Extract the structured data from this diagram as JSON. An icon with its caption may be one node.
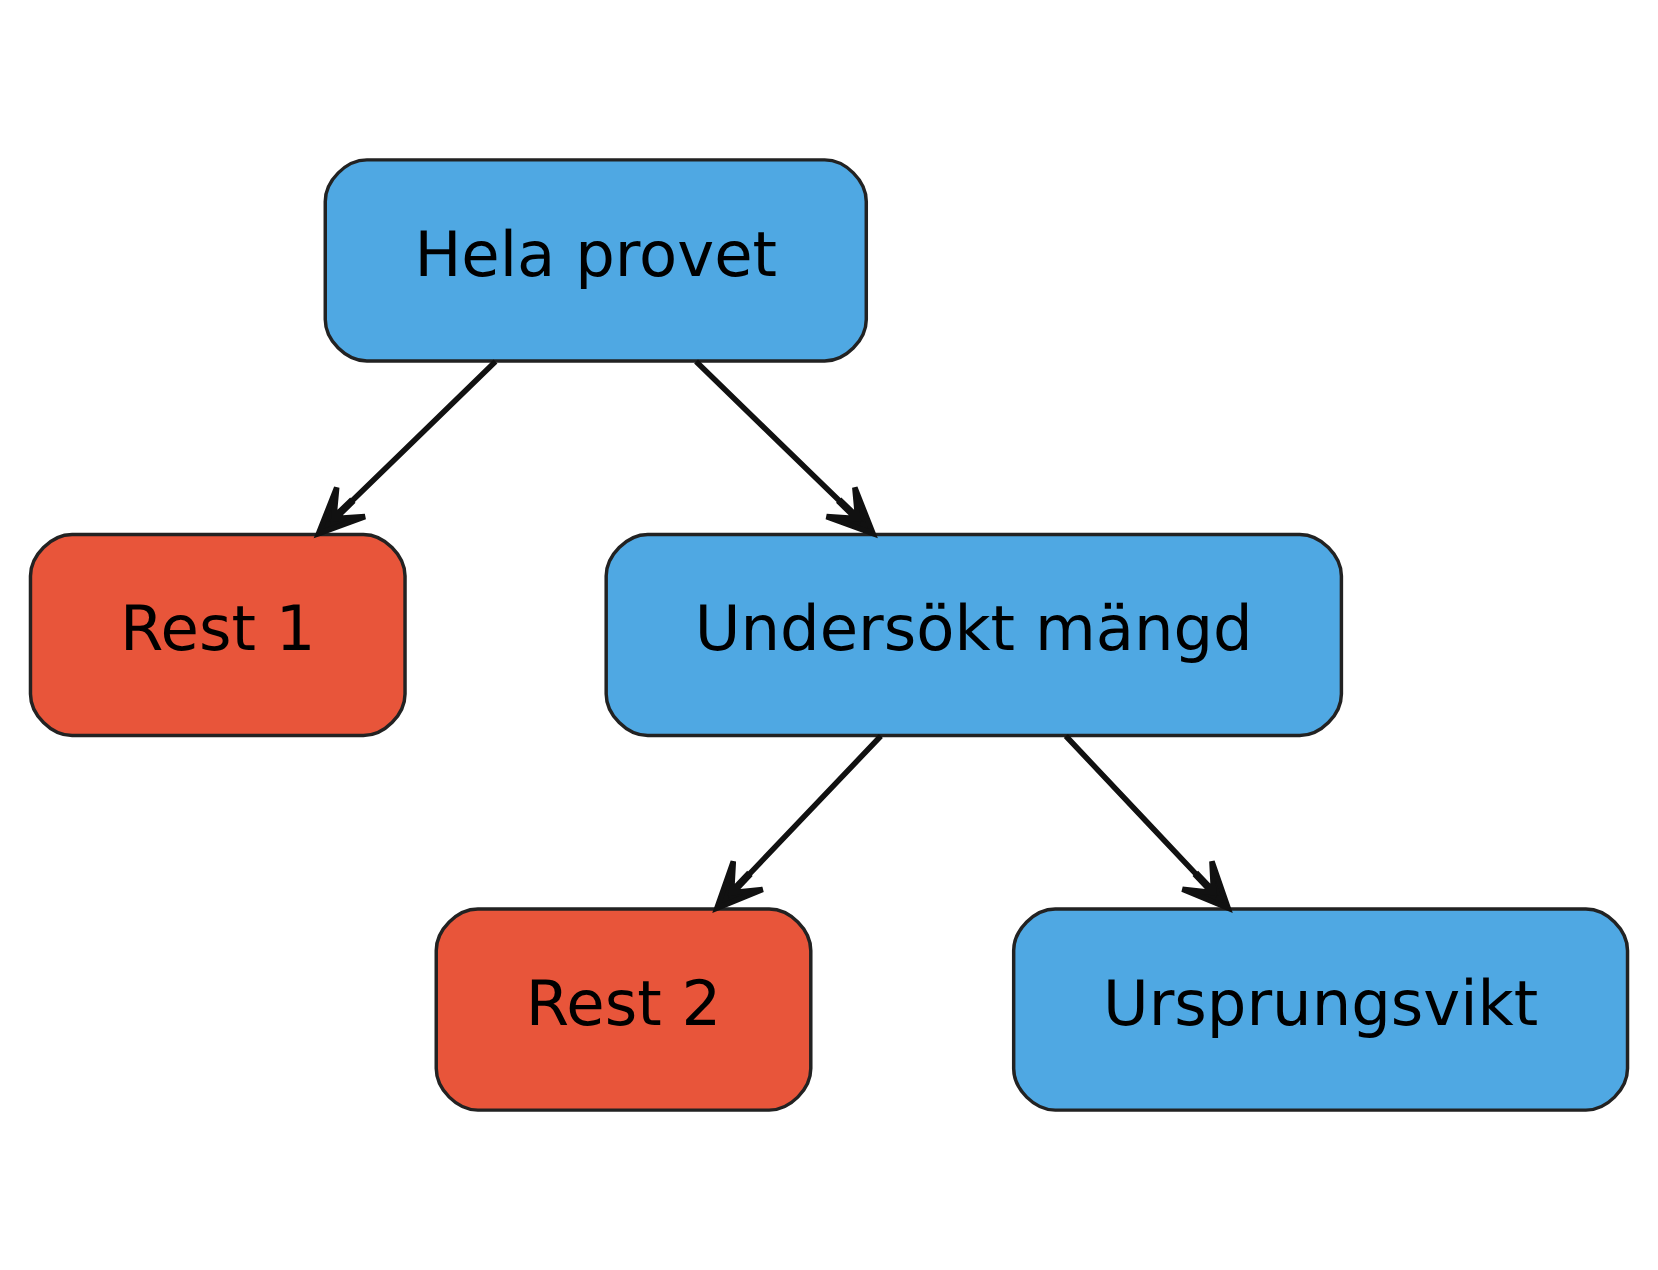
{
  "diagram": {
    "nodes": [
      {
        "text": [
          "Hela provet"
        ]
      },
      {
        "text": [
          "Rest 1"
        ]
      },
      {
        "text": [
          "Undersökt mängd"
        ]
      },
      {
        "text": [
          "Rest 2"
        ]
      },
      {
        "text": [
          "Ursprungsvikt"
        ]
      }
    ],
    "edges": [
      {
        "from": 0,
        "to": 2,
        "arrow": "to"
      },
      {
        "from": 0,
        "to": 1,
        "arrow": "to"
      },
      {
        "from": 2,
        "to": 3,
        "arrow": "to"
      },
      {
        "from": 2,
        "to": 4,
        "arrow": "to"
      }
    ]
  }
}
